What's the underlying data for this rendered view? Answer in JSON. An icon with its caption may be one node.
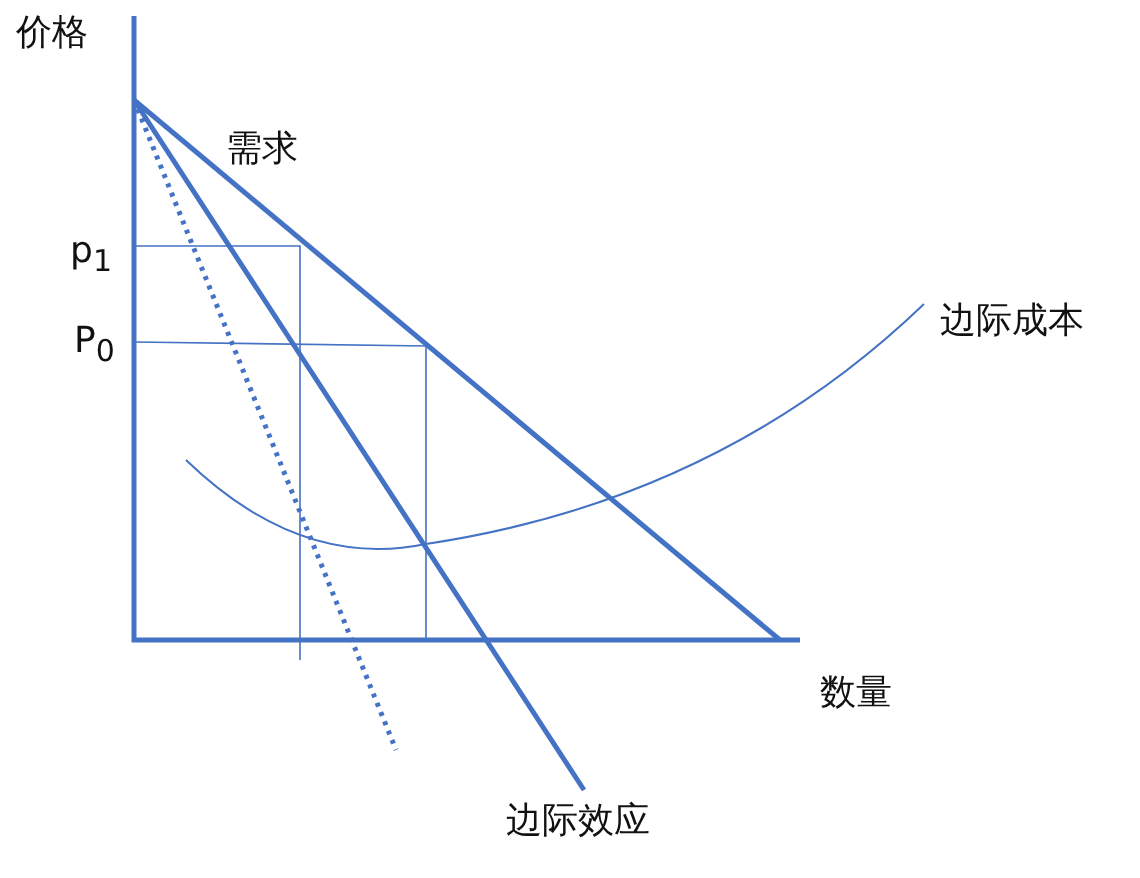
{
  "diagram": {
    "labels": [
      "价格",
      "需求",
      "p$_{1}$",
      "边际成本",
      "P$_{0}$",
      "数量",
      "边际效应"
    ]
  }
}
